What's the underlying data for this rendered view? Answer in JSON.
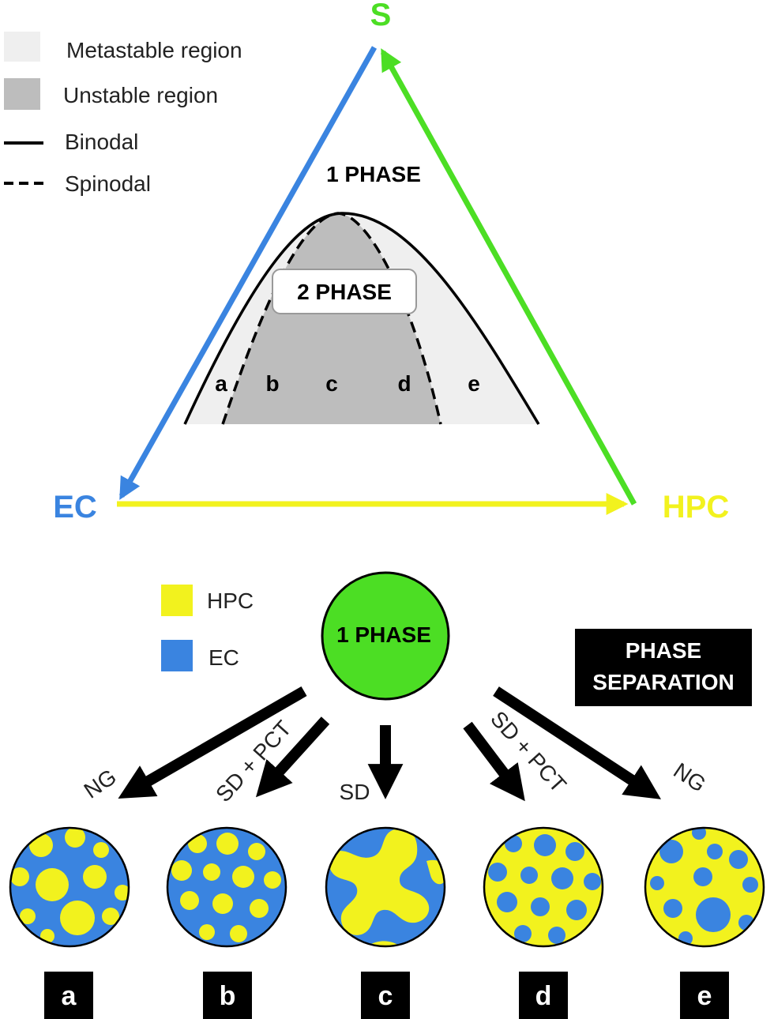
{
  "vertices": {
    "top": {
      "label": "S",
      "color": "#4cde24"
    },
    "left": {
      "label": "EC",
      "color": "#3a84e0"
    },
    "right": {
      "label": "HPC",
      "color": "#f2f21e"
    }
  },
  "legend_top": {
    "metastable": {
      "label": "Metastable region",
      "color": "#efefef"
    },
    "unstable": {
      "label": "Unstable region",
      "color": "#bdbdbd"
    },
    "binodal": {
      "label": "Binodal"
    },
    "spinodal": {
      "label": "Spinodal"
    }
  },
  "phase_diagram": {
    "one_phase": "1 PHASE",
    "two_phase": "2 PHASE",
    "regions": [
      "a",
      "b",
      "c",
      "d",
      "e"
    ]
  },
  "legend_bottom": {
    "hpc": {
      "label": "HPC",
      "color": "#f2f21e"
    },
    "ec": {
      "label": "EC",
      "color": "#3a84e0"
    }
  },
  "center_circle": {
    "label": "1 PHASE",
    "color": "#4cde24"
  },
  "phase_separation_box": {
    "line1": "PHASE",
    "line2": "SEPARATION"
  },
  "mechanisms": [
    "NG",
    "SD + PCT",
    "SD",
    "SD + PCT",
    "NG"
  ],
  "morphologies": [
    {
      "id": "a",
      "matrix": "#3a84e0",
      "domain": "#f2f21e"
    },
    {
      "id": "b",
      "matrix": "#3a84e0",
      "domain": "#f2f21e"
    },
    {
      "id": "c",
      "matrix": "#3a84e0",
      "domain": "#f2f21e"
    },
    {
      "id": "d",
      "matrix": "#f2f21e",
      "domain": "#3a84e0"
    },
    {
      "id": "e",
      "matrix": "#f2f21e",
      "domain": "#3a84e0"
    }
  ]
}
